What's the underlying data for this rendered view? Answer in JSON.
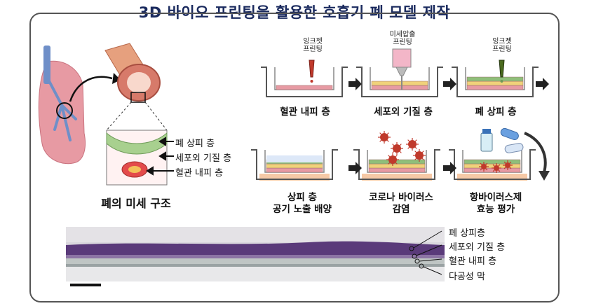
{
  "title": "3D 바이오 프린팅을 활용한 호흡기 폐 모델 제작",
  "lung_section": {
    "caption": "폐의 미세 구조",
    "layers": [
      "폐 상피 층",
      "세포외 기질 층",
      "혈관 내피 층"
    ]
  },
  "steps": [
    {
      "tool": "잉크젯\n프린팅",
      "label": "혈관 내피 층"
    },
    {
      "tool": "미세압출\n프린팅",
      "label": "세포외 기질 층"
    },
    {
      "tool": "잉크젯\n프린팅",
      "label": "폐 상피 층"
    },
    {
      "tool": "",
      "label": "상피 층\n공기 노출 배양"
    },
    {
      "tool": "",
      "label": "코로나 바이러스\n감염"
    },
    {
      "tool": "",
      "label": "항바이러스제\n효능 평가"
    }
  ],
  "histology_labels": [
    "폐 상피층",
    "세포외 기질 층",
    "혈관 내피 층",
    "다공성 막"
  ],
  "colors": {
    "title": "#1a2a5e",
    "frame": "#555555",
    "lung": "#e79aa3",
    "epithelium": "#8fbf7a",
    "virus": "#c0392b",
    "stain": "#5a3a7a"
  }
}
